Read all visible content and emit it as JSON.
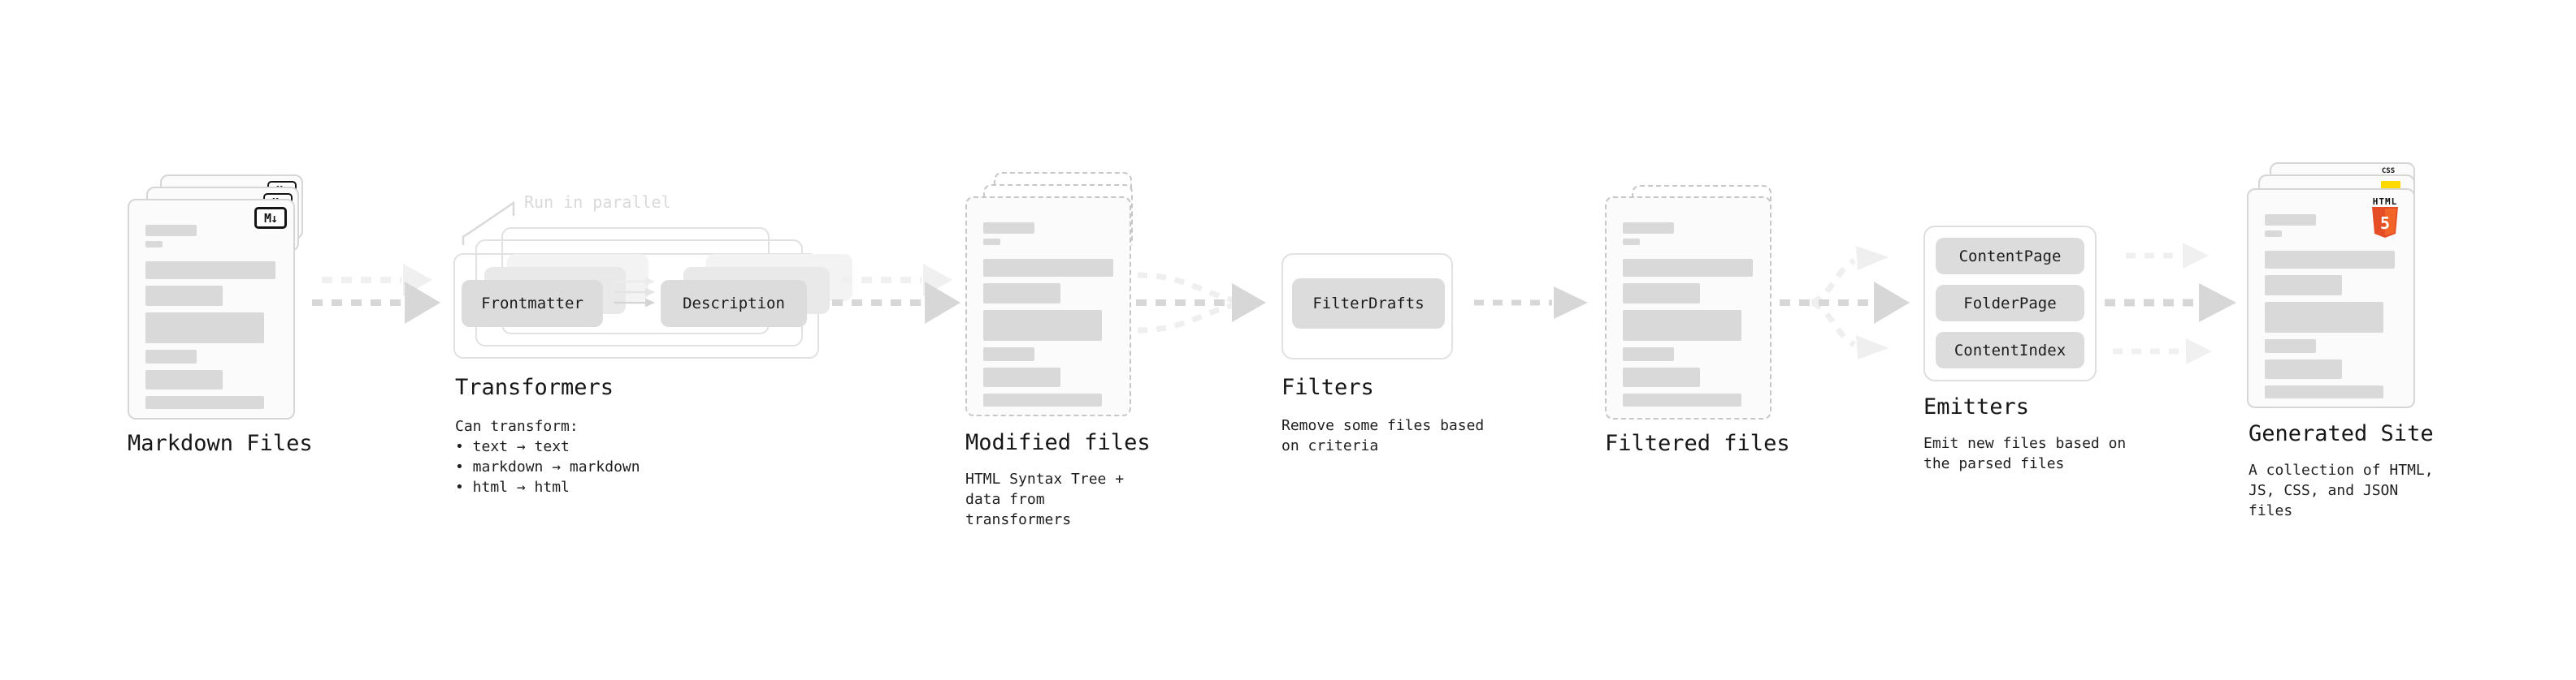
{
  "diagram": {
    "nodes": {
      "markdown_files": {
        "label": "Markdown Files",
        "icon_text": "M↓"
      },
      "transformers": {
        "label": "Transformers",
        "annotation": "Run in parallel",
        "chips": [
          "Frontmatter",
          "Description"
        ],
        "description": "Can transform:\n • text → text\n • markdown → markdown\n • html → html"
      },
      "modified_files": {
        "label": "Modified files",
        "description": "HTML Syntax Tree +\ndata from transformers"
      },
      "filters": {
        "label": "Filters",
        "chips": [
          "FilterDrafts"
        ],
        "description": "Remove some files based\non criteria"
      },
      "filtered_files": {
        "label": "Filtered files"
      },
      "emitters": {
        "label": "Emitters",
        "chips": [
          "ContentPage",
          "FolderPage",
          "ContentIndex"
        ],
        "description": "Emit new files based on\nthe parsed files"
      },
      "generated_site": {
        "label": "Generated Site",
        "description": "A collection of HTML,\nJS, CSS, and JSON files",
        "badges": {
          "css": "CSS",
          "html": "HTML",
          "html5_numeral": "5"
        }
      }
    },
    "colors": {
      "arrow": "#d7d7d7",
      "arrow_light": "#f0f0f0",
      "bar": "#d9d9d9",
      "chip_bg": "#dcdcdc",
      "card_bg": "#fbfbfb",
      "card_border": "#d6d6d6",
      "dashed_border": "#c7c7c7",
      "annotation": "#d9d9d9",
      "html5_orange": "#e44d26",
      "html5_orange_light": "#f16529",
      "js_yellow": "#ffd902",
      "css_blue": "#2862e9",
      "text": "#161616"
    }
  }
}
